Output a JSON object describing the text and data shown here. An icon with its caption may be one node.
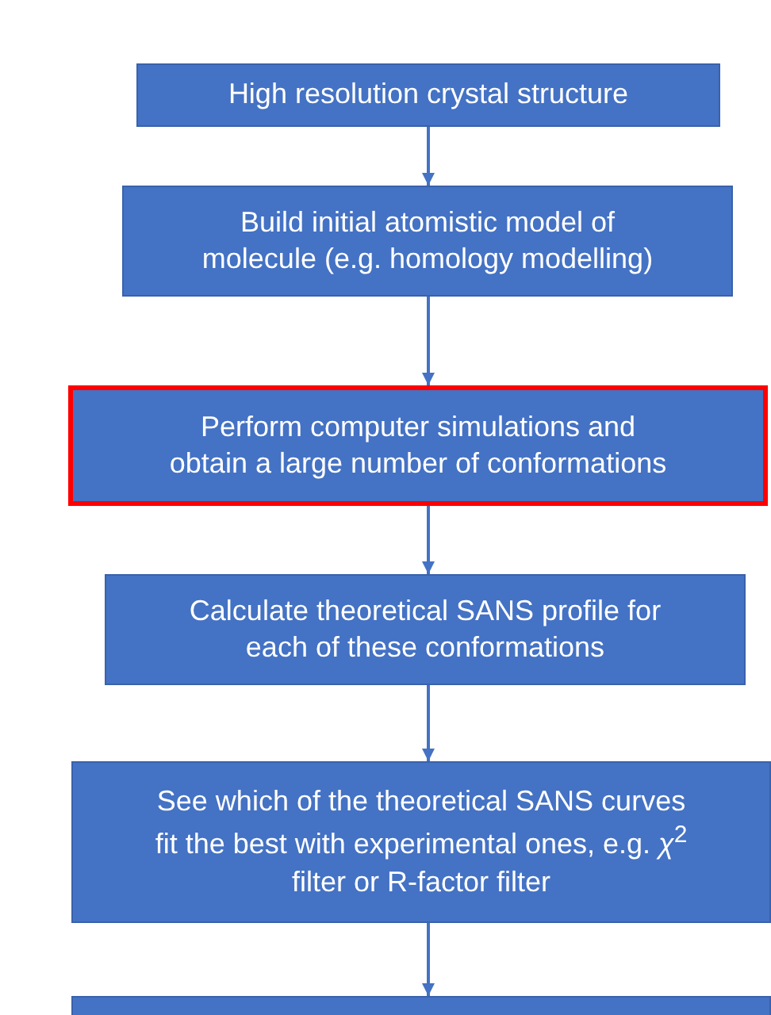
{
  "diagram": {
    "nodes": [
      {
        "text": [
          "High resolution crystal structure"
        ]
      },
      {
        "text": [
          "Build initial atomistic model of molecule (e.g. homology modelling)"
        ]
      },
      {
        "text": [
          "Perform computer simulations and obtain a large number of conformations"
        ]
      },
      {
        "text": [
          "Calculate theoretical SANS profile for each of these conformations"
        ]
      },
      {
        "text": [
          "See which of the theoretical SANS curves fit the best with experimental ones, e.g. *χ*$^{2}$ filter or R-factor filter"
        ]
      },
      {
        "text": [],
        "shape": "box"
      }
    ],
    "edges": [
      {
        "from": 0,
        "to": 1,
        "arrow": "to"
      },
      {
        "from": 1,
        "to": 2,
        "arrow": "to"
      },
      {
        "from": 2,
        "to": 3,
        "arrow": "to"
      },
      {
        "from": 3,
        "to": 4,
        "arrow": "to"
      },
      {
        "from": 4,
        "to": 5,
        "arrow": "to"
      }
    ]
  }
}
